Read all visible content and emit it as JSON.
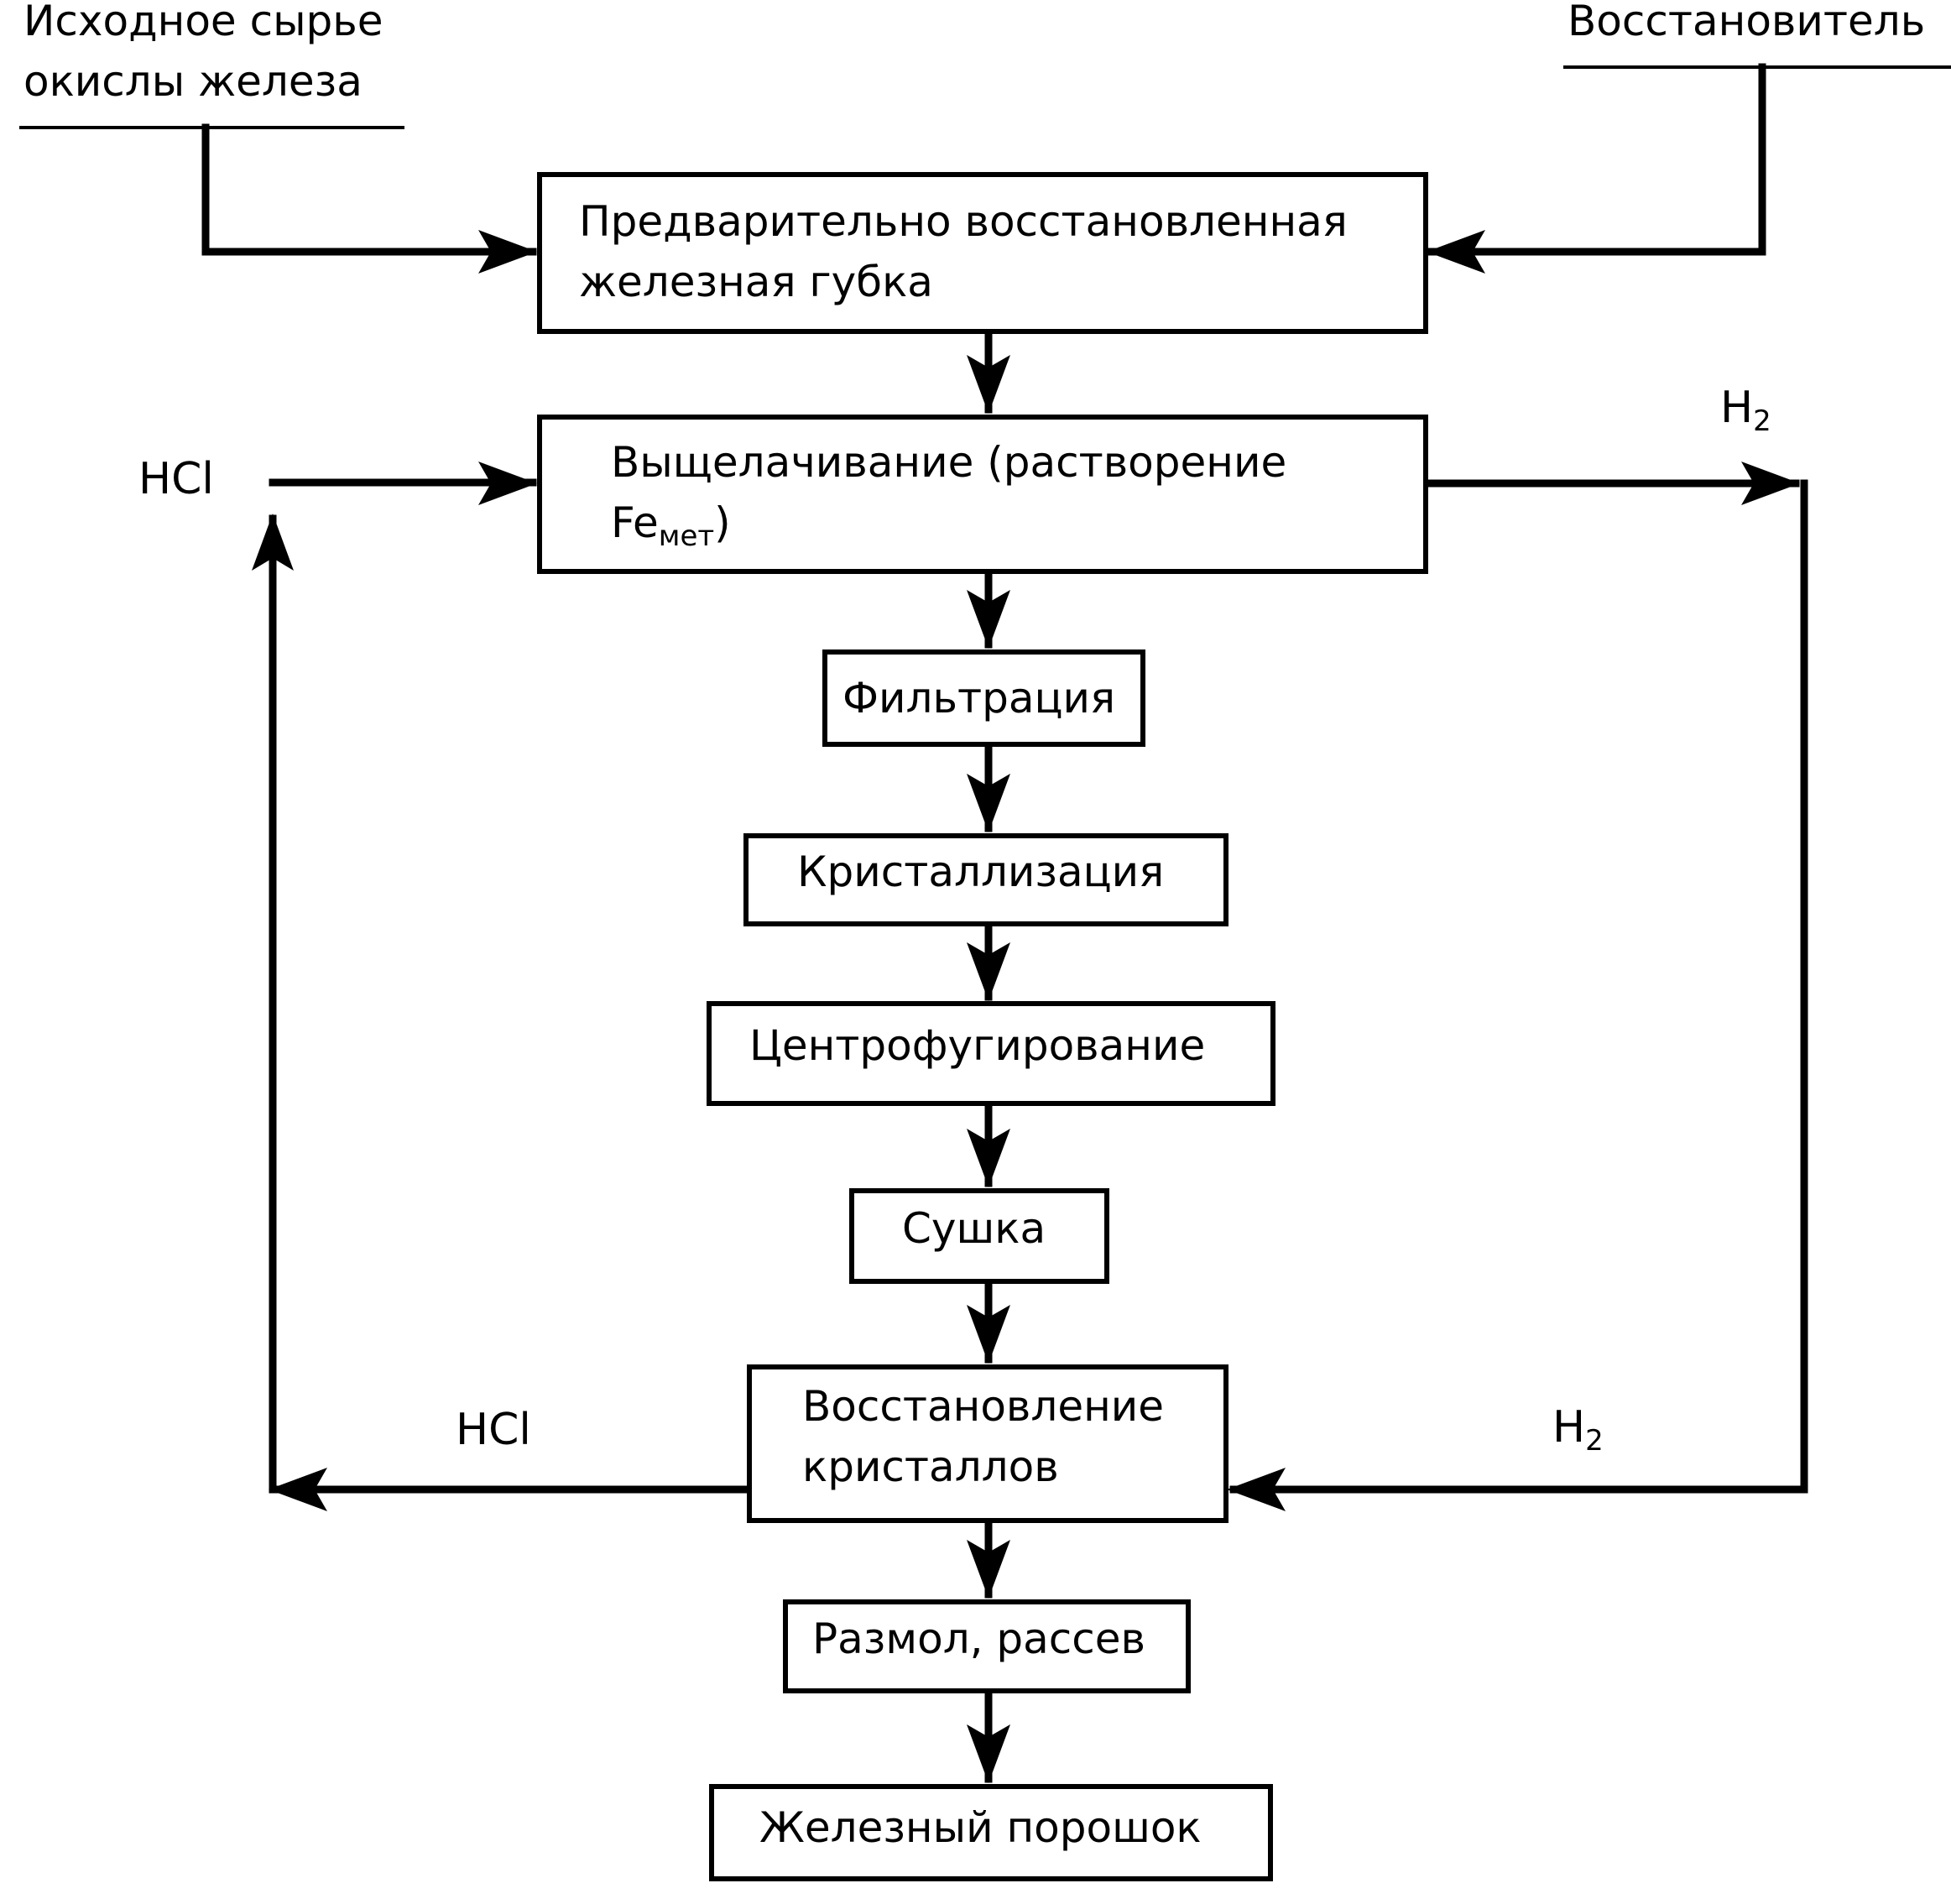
{
  "inputs": {
    "raw_material_line1": "Исходное сырье",
    "raw_material_line2": "окислы железа",
    "reductant": "Восстановитель"
  },
  "boxes": {
    "sponge_line1": "Предварительно восстановленная",
    "sponge_line2": "железная губка",
    "leaching_line1": "Выщелачивание (растворение",
    "leaching_fe": "Fe",
    "leaching_fe_sub": "мет",
    "leaching_paren": ")",
    "filtration": "Фильтрация",
    "crystallization": "Кристаллизация",
    "centrifugation": "Центрофугирование",
    "drying": "Сушка",
    "reduction_line1": "Восстановление",
    "reduction_line2": "кристаллов",
    "milling": "Размол, рассев",
    "powder": "Железный порошок"
  },
  "flows": {
    "hcl_top": "HCl",
    "hcl_bottom": "HCl",
    "h2_top": "H",
    "h2_top_sub": "2",
    "h2_bottom": "H",
    "h2_bottom_sub": "2"
  }
}
